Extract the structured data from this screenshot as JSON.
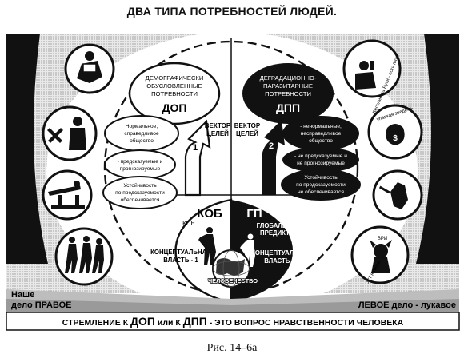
{
  "title": "ДВА ТИПА ПОТРЕБНОСТЕЙ ЛЮДЕЙ.",
  "caption": "Рис. 14–6а",
  "left": {
    "need_title": [
      "ДЕМОГРАФИЧЕСКИ",
      "ОБУСЛОВЛЕННЫЕ",
      "ПОТРЕБНОСТИ"
    ],
    "need_abbr": "ДОП",
    "vector_label": [
      "ВЕКТОР",
      "ЦЕЛЕЙ"
    ],
    "vector_number": "1",
    "bubbles": [
      [
        "Нормальное,",
        "справедливое",
        "общество"
      ],
      [
        "- предсказуемые и",
        "прогнозируемые"
      ],
      [
        "Устойчивость",
        "по предсказуемости",
        "обеспечивается"
      ]
    ],
    "circle_abbr": "КОБ",
    "circle_sub": "КПЕ",
    "circle_power": [
      "КОНЦЕПТУАЛЬНАЯ",
      "ВЛАСТЬ - 1"
    ],
    "motto": [
      "Наше",
      "дело ПРАВОЕ"
    ]
  },
  "right": {
    "need_title": [
      "ДЕГРАДАЦИОННО-",
      "ПАРАЗИТАРНЫЕ",
      "ПОТРЕБНОСТИ"
    ],
    "need_abbr": "ДПП",
    "vector_label": [
      "ВЕКТОР",
      "ЦЕЛЕЙ"
    ],
    "vector_number": "2",
    "bubbles": [
      [
        "- ненормальные,",
        "несправедливое",
        "общество"
      ],
      [
        "- не предсказуемые и",
        "не прогнозируемые"
      ],
      [
        "Устойчивость",
        "по предсказуемости",
        "не обеспечивается"
      ]
    ],
    "circle_abbr": "ГП",
    "circle_sub": [
      "ГЛОБАЛЬНЫЙ",
      "ПРЕДИКТОР"
    ],
    "circle_power": [
      "КОНЦЕПТУАЛЬНАЯ",
      "ВЛАСТЬ - 2"
    ],
    "motto": "ЛЕВОЕ дело - лукавое",
    "icon_captions": [
      "Веселие на Руси - есть пити",
      "упавкая зредемь",
      "ВРИ",
      "ОСТ ЮЛКОЙ"
    ]
  },
  "globe_label": "ЧЕЛОВЕЧЕСТВО",
  "banner": {
    "prefix": "СТРЕМЛЕНИЕ К",
    "opt1": "ДОП",
    "mid": "или К",
    "opt2": "ДПП",
    "suffix": "- ЭТО ВОПРОС НРАВСТВЕННОСТИ ЧЕЛОВЕКА"
  },
  "icons": {
    "left": [
      "reading-child-icon",
      "worker-tools-icon",
      "gymnast-icon",
      "hikers-icon"
    ],
    "right": [
      "drinking-figure-icon",
      "money-bag-icon",
      "syringe-drug-icon",
      "devil-figure-icon"
    ]
  },
  "colors": {
    "black": "#111111",
    "white": "#ffffff",
    "band": "#cfcfcf",
    "ground": "#9a9a9a"
  }
}
